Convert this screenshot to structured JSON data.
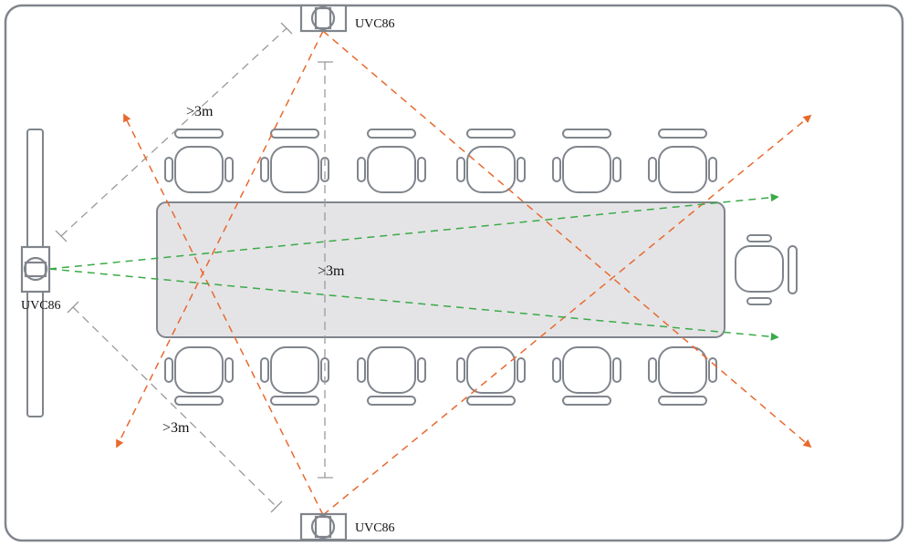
{
  "diagram": {
    "title": "Conference room camera placement",
    "colors": {
      "outline": "#80858c",
      "table_fill": "#e4e4e6",
      "orange": "#e8692e",
      "green": "#3aaa48",
      "measure": "#9a9a9a",
      "text": "#111111"
    },
    "cameras": [
      {
        "id": "top",
        "label": "UVC86",
        "orientation": "down"
      },
      {
        "id": "left",
        "label": "UVC86",
        "orientation": "right"
      },
      {
        "id": "bottom",
        "label": "UVC86",
        "orientation": "up"
      }
    ],
    "distance_labels": [
      {
        "id": "top-left",
        "text": ">3m"
      },
      {
        "id": "center",
        "text": ">3m"
      },
      {
        "id": "bottom-left",
        "text": ">3m"
      }
    ],
    "seating": {
      "top_row_chairs": 6,
      "bottom_row_chairs": 6,
      "end_chairs": 1
    }
  }
}
